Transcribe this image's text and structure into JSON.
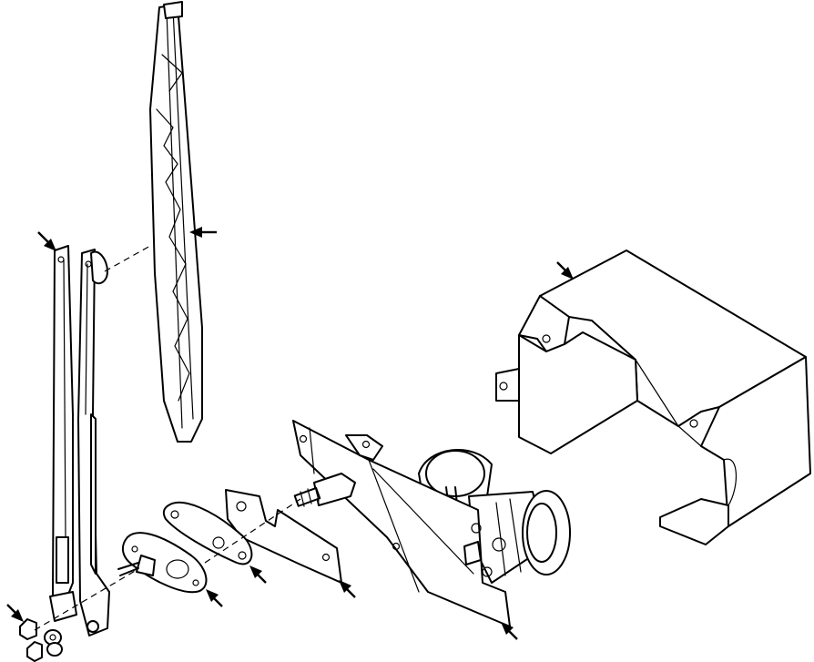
{
  "diagram": {
    "parts": [
      {
        "name": "wiper-arm"
      },
      {
        "name": "wiper-blade"
      },
      {
        "name": "nut"
      },
      {
        "name": "washer"
      },
      {
        "name": "drive-pivot"
      },
      {
        "name": "gasket"
      },
      {
        "name": "bracket-plate"
      },
      {
        "name": "wiper-motor"
      },
      {
        "name": "motor-cover"
      }
    ],
    "callout_arrows": 8
  }
}
